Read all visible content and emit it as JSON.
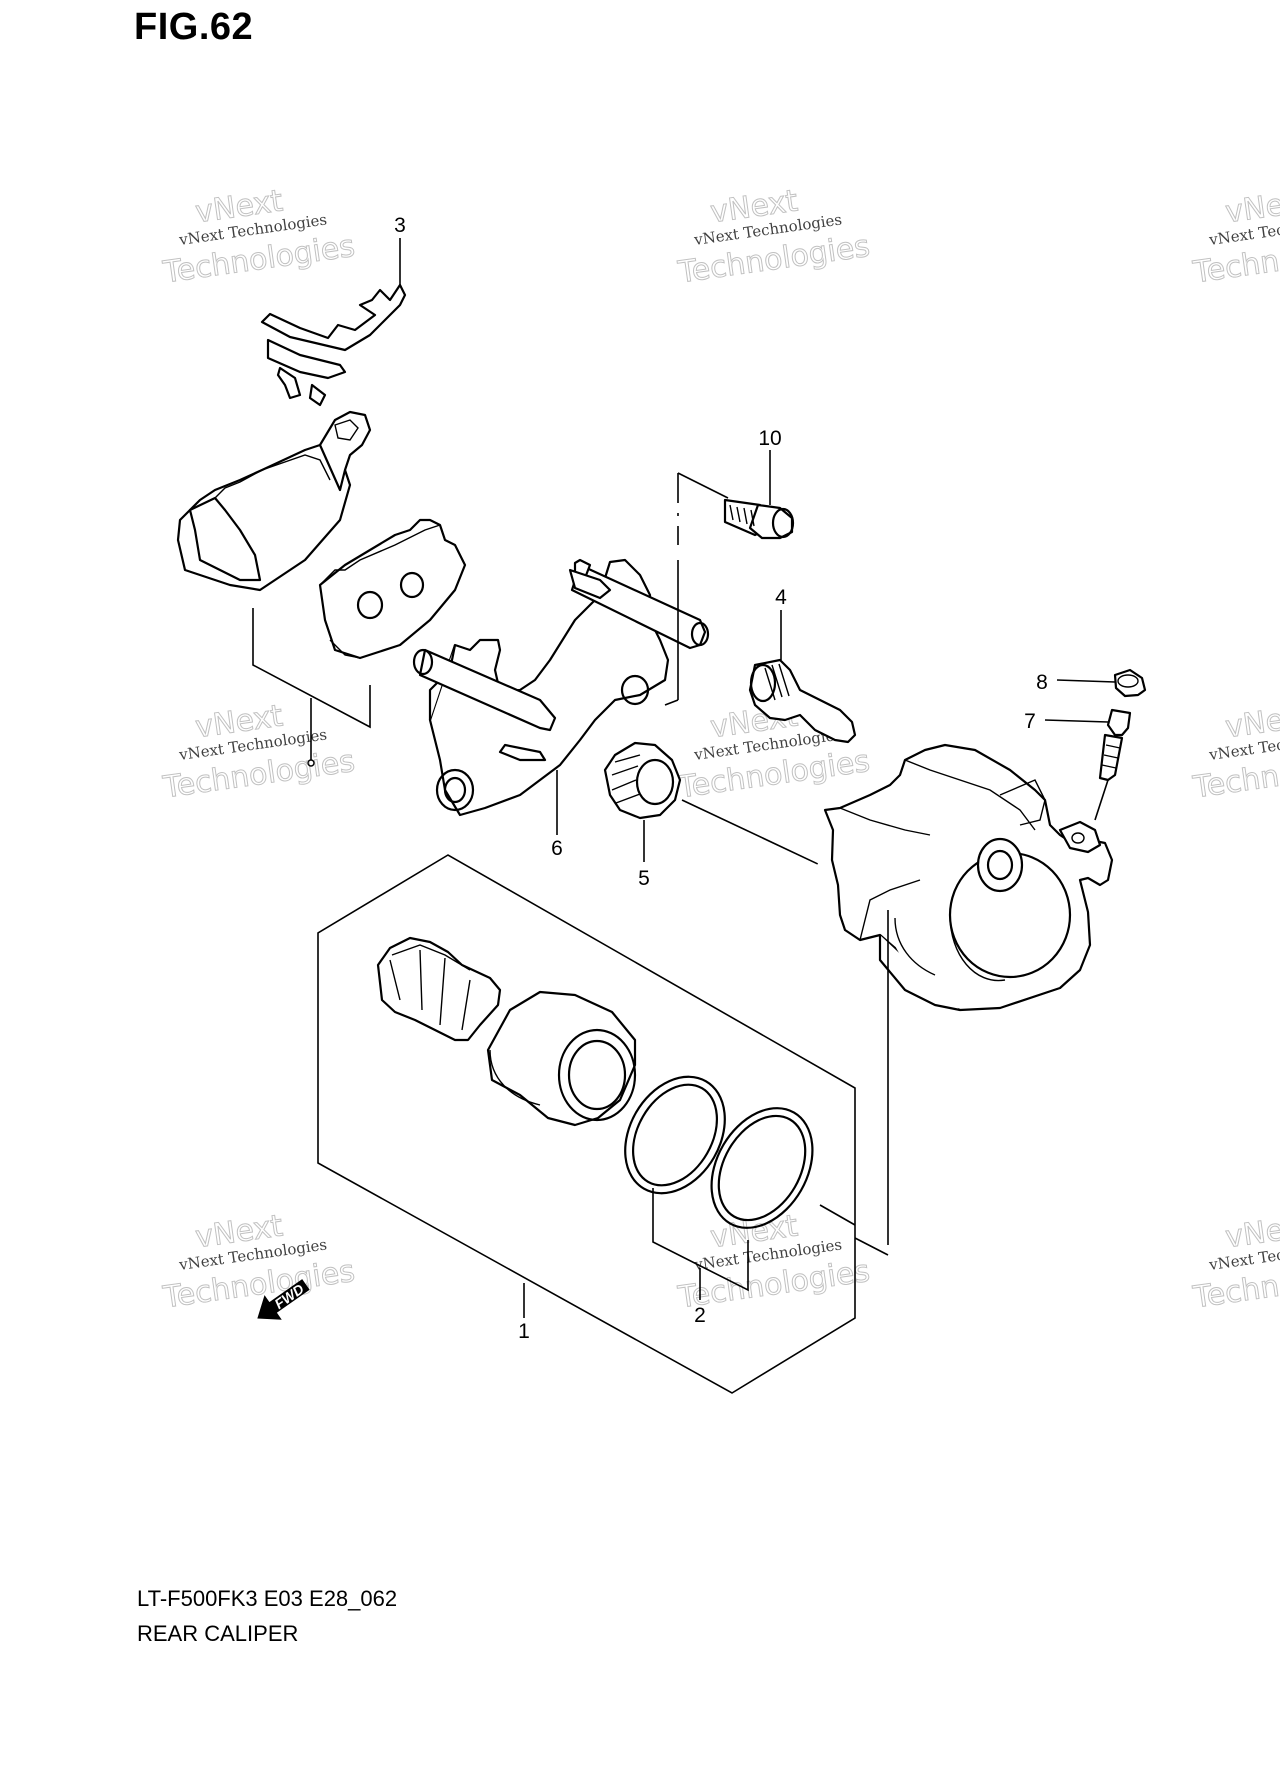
{
  "figure": {
    "title": "FIG.62",
    "model_code": "LT-F500FK3 E03 E28_062",
    "section_name": "REAR CALIPER"
  },
  "callouts": {
    "c1": "1",
    "c2": "2",
    "c3": "3",
    "c4": "4",
    "c5": "5",
    "c6": "6",
    "c7": "7",
    "c8": "8",
    "c10": "10"
  },
  "watermark": {
    "line1": "vNext Technologies",
    "line2": "Technologies",
    "line3": "vNext"
  },
  "forward_arrow": {
    "label": "FWD"
  }
}
